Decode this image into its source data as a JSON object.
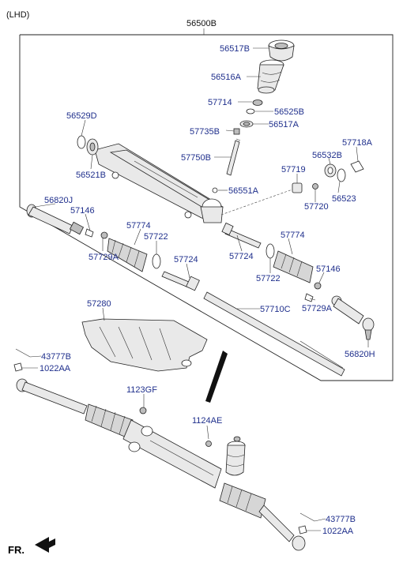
{
  "header": {
    "variant": "(LHD)",
    "assembly": "56500B"
  },
  "orientation_label": "FR.",
  "parts": [
    {
      "id": "p56517B",
      "label": "56517B"
    },
    {
      "id": "p56516A",
      "label": "56516A"
    },
    {
      "id": "p57714",
      "label": "57714"
    },
    {
      "id": "p56525B",
      "label": "56525B"
    },
    {
      "id": "p57735B",
      "label": "57735B"
    },
    {
      "id": "p56517A",
      "label": "56517A"
    },
    {
      "id": "p56529D",
      "label": "56529D"
    },
    {
      "id": "p57718A",
      "label": "57718A"
    },
    {
      "id": "p56532B",
      "label": "56532B"
    },
    {
      "id": "p56521B",
      "label": "56521B"
    },
    {
      "id": "p57750B",
      "label": "57750B"
    },
    {
      "id": "p57719",
      "label": "57719"
    },
    {
      "id": "p56551A",
      "label": "56551A"
    },
    {
      "id": "p56523",
      "label": "56523"
    },
    {
      "id": "p56820J",
      "label": "56820J"
    },
    {
      "id": "p57720",
      "label": "57720"
    },
    {
      "id": "p57146L",
      "label": "57146"
    },
    {
      "id": "p57774L",
      "label": "57774"
    },
    {
      "id": "p57774R",
      "label": "57774"
    },
    {
      "id": "p57722L",
      "label": "57722"
    },
    {
      "id": "p57729AL",
      "label": "57729A"
    },
    {
      "id": "p57724L",
      "label": "57724"
    },
    {
      "id": "p57724R",
      "label": "57724"
    },
    {
      "id": "p57146R",
      "label": "57146"
    },
    {
      "id": "p57722R",
      "label": "57722"
    },
    {
      "id": "p57280",
      "label": "57280"
    },
    {
      "id": "p57710C",
      "label": "57710C"
    },
    {
      "id": "p57729AR",
      "label": "57729A"
    },
    {
      "id": "p43777BL",
      "label": "43777B"
    },
    {
      "id": "p56820H",
      "label": "56820H"
    },
    {
      "id": "p1022AAL",
      "label": "1022AA"
    },
    {
      "id": "p1123GF",
      "label": "1123GF"
    },
    {
      "id": "p1124AE",
      "label": "1124AE"
    },
    {
      "id": "p43777BR",
      "label": "43777B"
    },
    {
      "id": "p1022AAR",
      "label": "1022AA"
    }
  ]
}
